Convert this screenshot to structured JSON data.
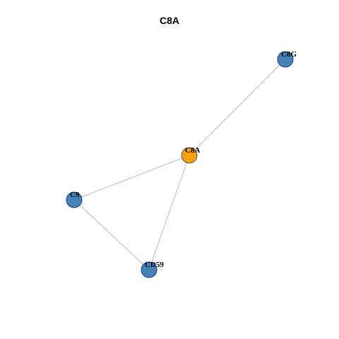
{
  "graph": {
    "title": "C8A",
    "nodes": [
      {
        "id": "C8G",
        "label": "C8G",
        "color": "#4682B4",
        "stroke": "#1a3a9c"
      },
      {
        "id": "C8A",
        "label": "C8A",
        "color": "#F5A00F",
        "stroke": "#555555"
      },
      {
        "id": "C9",
        "label": "C9",
        "color": "#4682B4",
        "stroke": "#1a3a9c"
      },
      {
        "id": "CD59",
        "label": "CD59",
        "color": "#4682B4",
        "stroke": "#1a3a9c"
      }
    ],
    "edges": [
      {
        "source": "C8A",
        "target": "C8G"
      },
      {
        "source": "C8A",
        "target": "C9"
      },
      {
        "source": "C8A",
        "target": "CD59"
      },
      {
        "source": "C9",
        "target": "CD59"
      }
    ],
    "edge_color": "#aaaaaa"
  }
}
